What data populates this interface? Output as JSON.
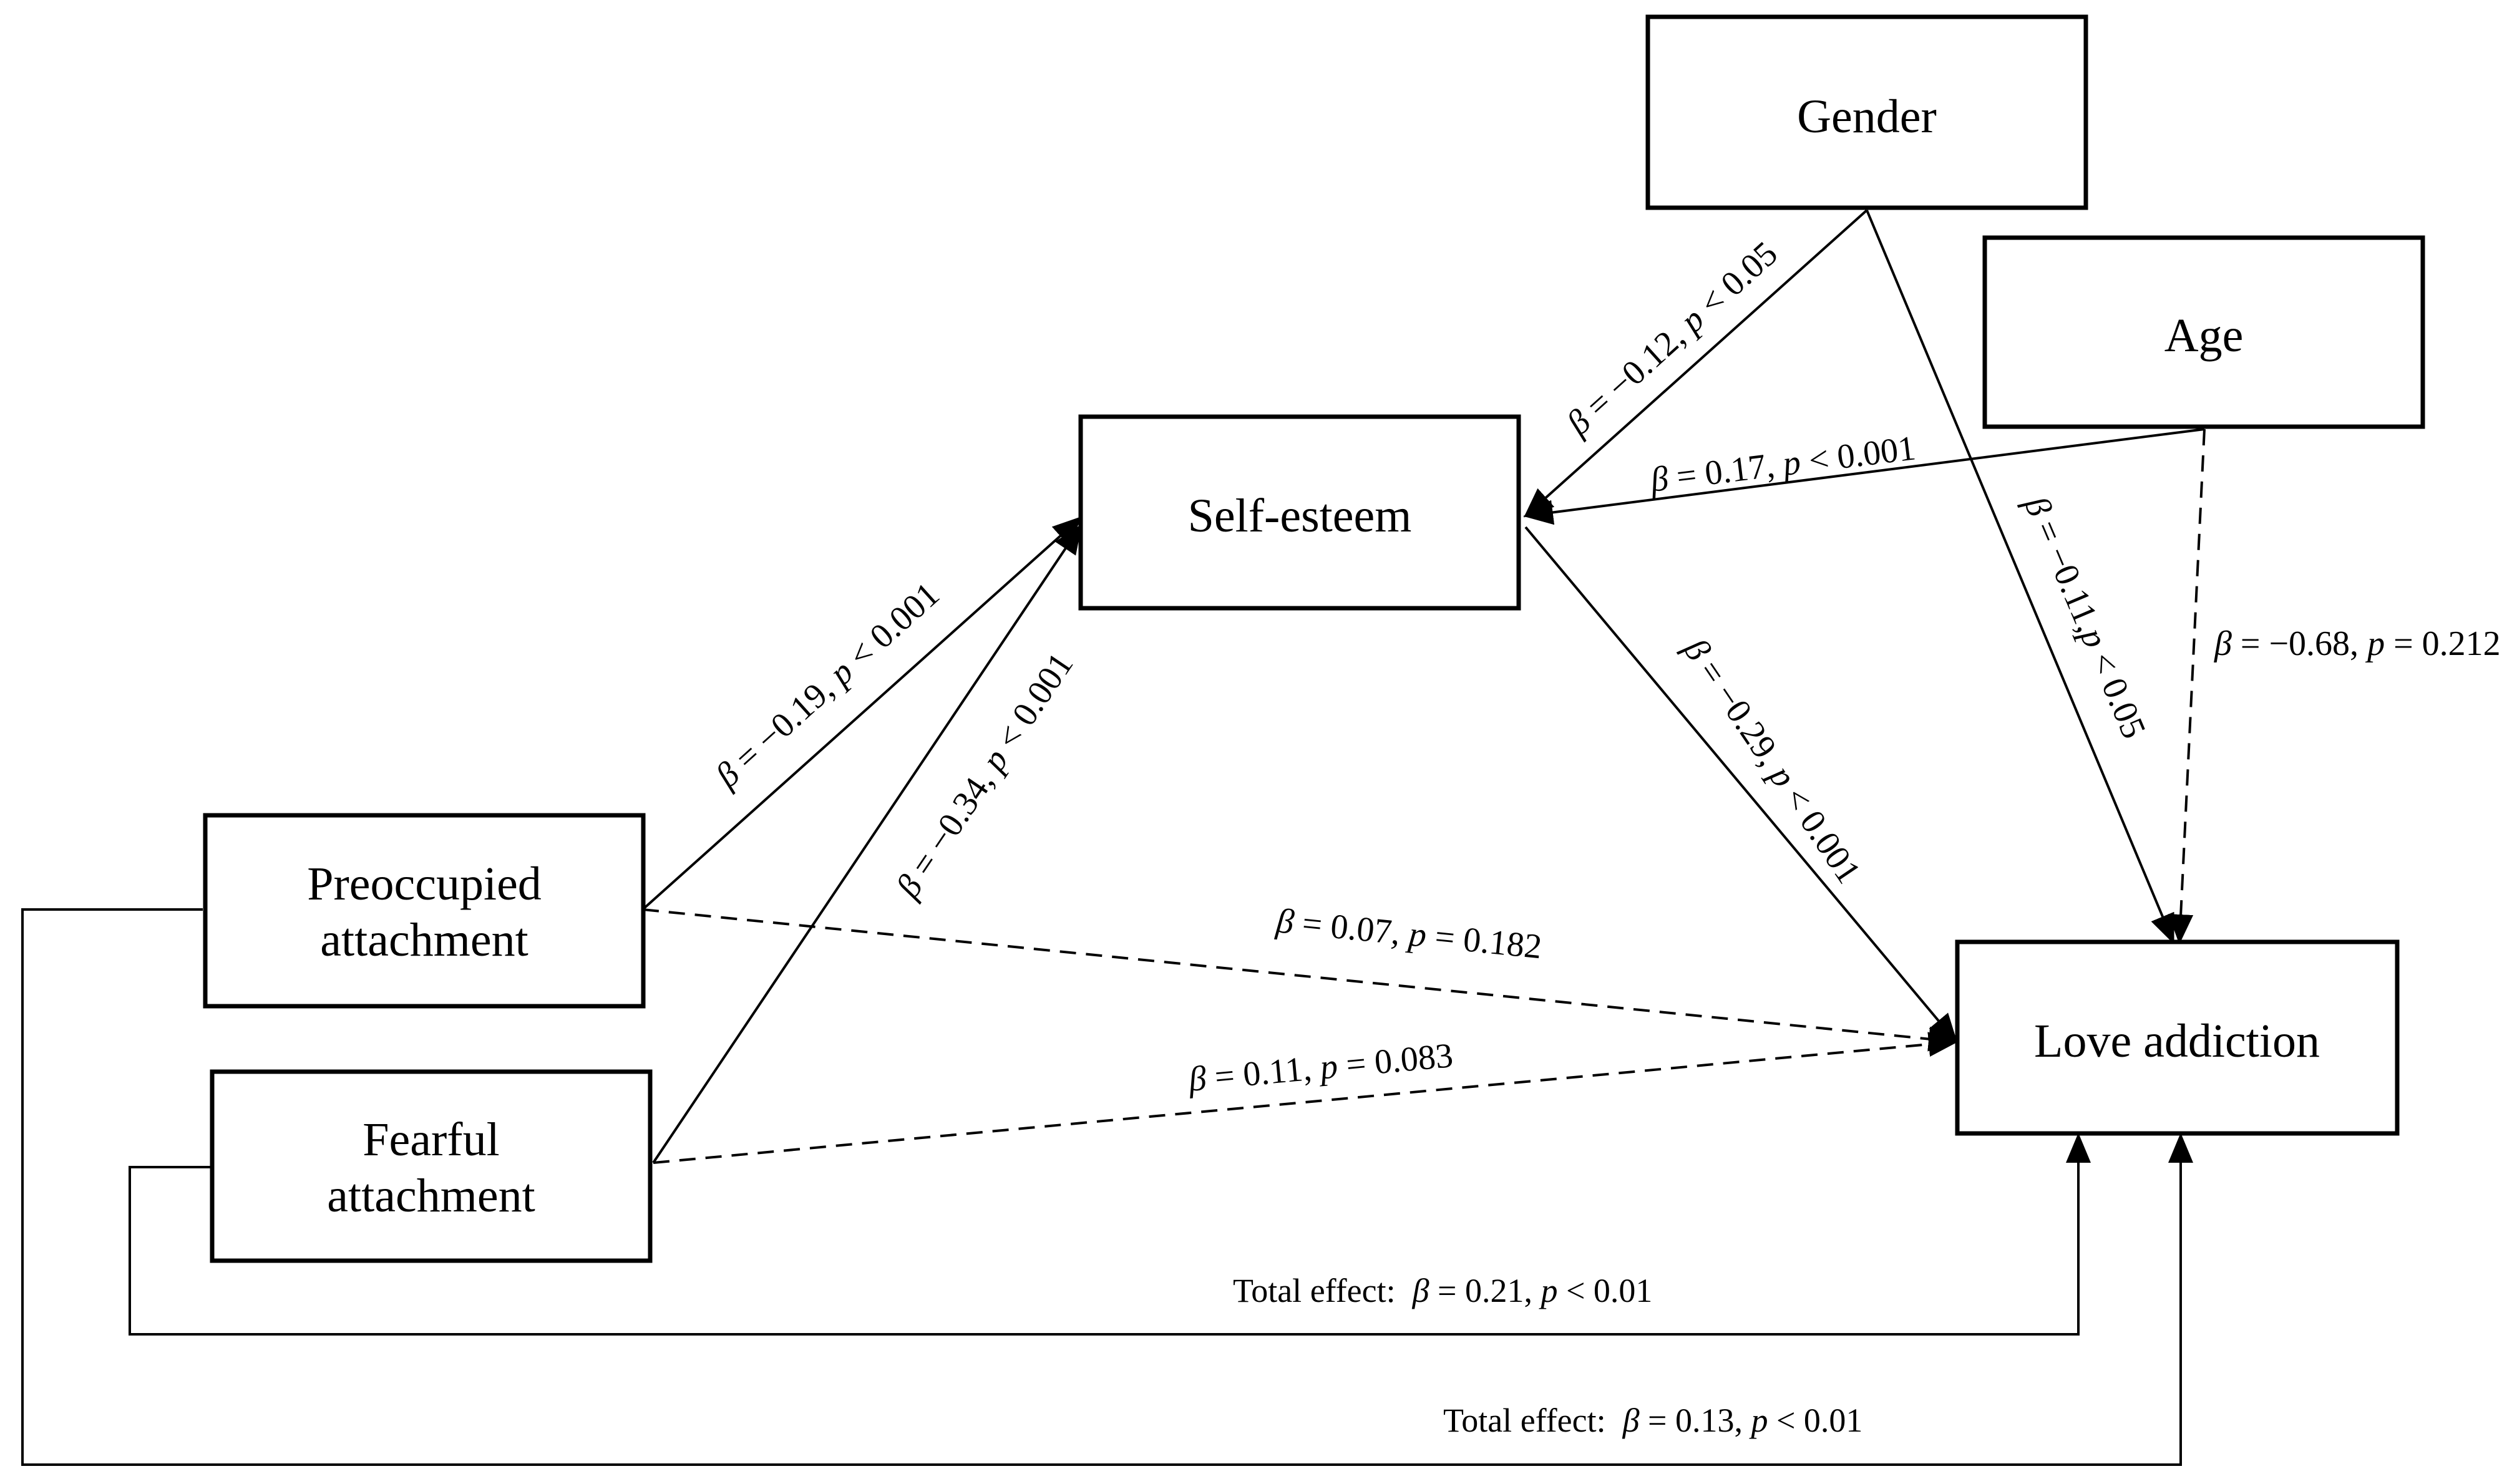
{
  "nodes": {
    "gender": "Gender",
    "age": "Age",
    "self_esteem": "Self-esteem",
    "preoccupied_line1": "Preoccupied",
    "preoccupied_line2": "attachment",
    "fearful_line1": "Fearful",
    "fearful_line2": "attachment",
    "love_addiction": "Love addiction"
  },
  "paths": {
    "gender_self_esteem": {
      "beta": "β",
      "eq_val": " = −0.12, ",
      "p": "p",
      "p_rest": " < 0.05"
    },
    "age_self_esteem": {
      "beta": "β",
      "eq_val": " = 0.17, ",
      "p": "p",
      "p_rest": " < 0.001"
    },
    "gender_love": {
      "beta": "β",
      "eq_val": " = −0.11,",
      "p": "p",
      "p_rest": " < 0.05"
    },
    "age_love": {
      "beta": "β",
      "eq_val": " = −0.68, ",
      "p": "p",
      "p_rest": " = 0.212"
    },
    "self_esteem_love": {
      "beta": "β",
      "eq_val": " = −0.29, ",
      "p": "p",
      "p_rest": " < 0.001"
    },
    "preoccupied_self_esteem": {
      "beta": "β",
      "eq_val": " = −0.19, ",
      "p": "p",
      "p_rest": " < 0.001"
    },
    "fearful_self_esteem": {
      "beta": "β",
      "eq_val": " = −0.34, ",
      "p": "p",
      "p_rest": " < 0.001"
    },
    "preoccupied_love": {
      "beta": "β",
      "eq_val": " = 0.07, ",
      "p": "p",
      "p_rest": " = 0.182"
    },
    "fearful_love": {
      "beta": "β",
      "eq_val": " = 0.11, ",
      "p": "p",
      "p_rest": " = 0.083"
    }
  },
  "total_effects": {
    "fearful": {
      "prefix": "Total effect:  ",
      "beta": "β",
      "eq_val": " = 0.21, ",
      "p": "p",
      "p_rest": " < 0.01"
    },
    "preoccupied": {
      "prefix": "Total effect:  ",
      "beta": "β",
      "eq_val": " = 0.13, ",
      "p": "p",
      "p_rest": " < 0.01"
    }
  }
}
